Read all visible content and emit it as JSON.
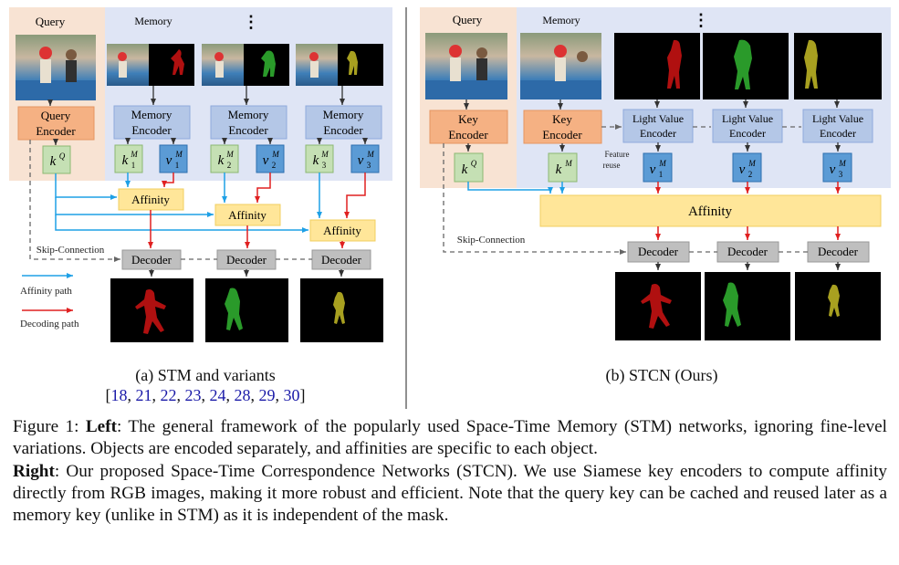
{
  "left_panel": {
    "query_label": "Query",
    "memory_label": "Memory",
    "ellipsis": "⋮",
    "query_encoder": [
      "Query",
      "Encoder"
    ],
    "memory_encoder": [
      "Memory",
      "Encoder"
    ],
    "key_q": "k",
    "key_q_sup": "Q",
    "mem_keys": [
      {
        "base": "k",
        "sup": "M",
        "sub": "1"
      },
      {
        "base": "k",
        "sup": "M",
        "sub": "2"
      },
      {
        "base": "k",
        "sup": "M",
        "sub": "3"
      }
    ],
    "mem_values": [
      {
        "base": "v",
        "sup": "M",
        "sub": "1"
      },
      {
        "base": "v",
        "sup": "M",
        "sub": "2"
      },
      {
        "base": "v",
        "sup": "M",
        "sub": "3"
      }
    ],
    "affinity": "Affinity",
    "decoder": "Decoder",
    "skip_connection": "Skip-Connection",
    "legend_affinity": "Affinity path",
    "legend_decoding": "Decoding path"
  },
  "right_panel": {
    "query_label": "Query",
    "memory_label": "Memory",
    "ellipsis": "⋮",
    "key_encoder": [
      "Key",
      "Encoder"
    ],
    "light_value_encoder": [
      "Light Value",
      "Encoder"
    ],
    "feature_reuse": [
      "Feature",
      "reuse"
    ],
    "key_q": "k",
    "key_q_sup": "Q",
    "key_m": "k",
    "key_m_sup": "M",
    "mem_values": [
      {
        "base": "v",
        "sup": "M",
        "sub": "1"
      },
      {
        "base": "v",
        "sup": "M",
        "sub": "2"
      },
      {
        "base": "v",
        "sup": "M",
        "sub": "3"
      }
    ],
    "affinity": "Affinity",
    "decoder": "Decoder",
    "skip_connection": "Skip-Connection"
  },
  "subcaption_a": "(a) STM and variants",
  "subcaption_a_refs": [
    "18",
    "21",
    "22",
    "23",
    "24",
    "28",
    "29",
    "30"
  ],
  "subcaption_b": "(b) STCN (Ours)",
  "caption": {
    "label": "Figure 1:",
    "left_bold": "Left",
    "left_text": ": The general framework of the popularly used Space-Time Memory (STM) networks, ignoring fine-level variations. Objects are encoded separately, and affinities are specific to each object.",
    "right_bold": "Right",
    "right_text": ": Our proposed Space-Time Correspondence Networks (STCN). We use Siamese key encoders to compute affinity directly from RGB images, making it more robust and efficient. Note that the query key can be cached and reused later as a memory key (unlike in STM) as it is independent of the mask."
  },
  "colors": {
    "query_bg": "#f8e3d3",
    "memory_bg": "#dfe5f5",
    "query_encoder": "#f5b183",
    "memory_encoder": "#b4c7e7",
    "key_box": "#c5e0b4",
    "value_box": "#5b9bd5",
    "affinity": "#ffe699",
    "decoder": "#bfbfbf",
    "affinity_path": "#1ea0e6",
    "decoding_path": "#e02020",
    "mask_red": "#b01010",
    "mask_green": "#2a9a2a",
    "mask_olive": "#a8a020"
  }
}
